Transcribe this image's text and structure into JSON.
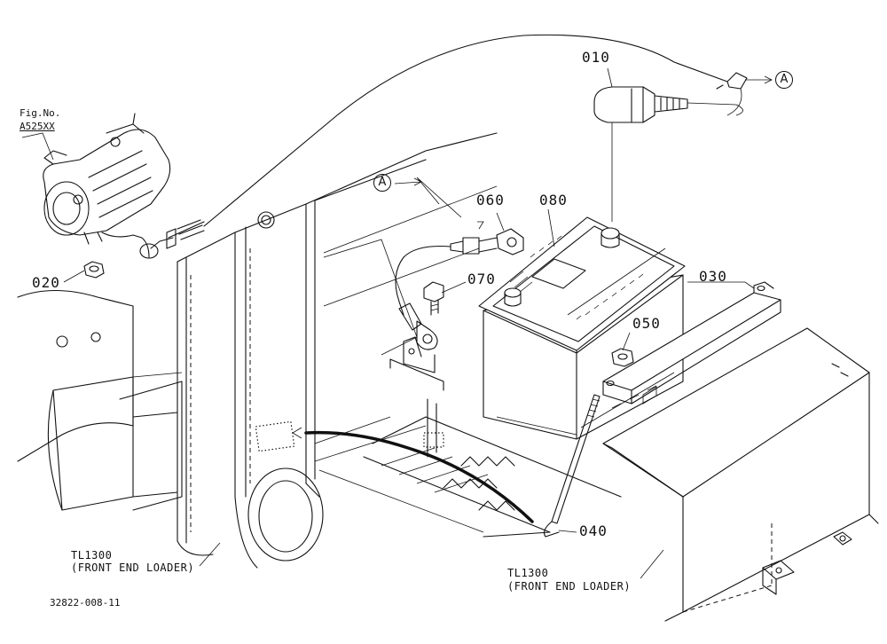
{
  "figure_ref": {
    "line1": "Fig.No.",
    "line2": "A525XX"
  },
  "callouts": {
    "a1": "A",
    "a2": "A"
  },
  "parts": {
    "p010": "010",
    "p020": "020",
    "p030": "030",
    "p040": "040",
    "p050": "050",
    "p060": "060",
    "p070": "070",
    "p080": "080"
  },
  "notes": {
    "left_line1": "TL1300",
    "left_line2": "(FRONT END LOADER)",
    "right_line1": "TL1300",
    "right_line2": "(FRONT END LOADER)"
  },
  "drawing_number": "32822-008-11"
}
